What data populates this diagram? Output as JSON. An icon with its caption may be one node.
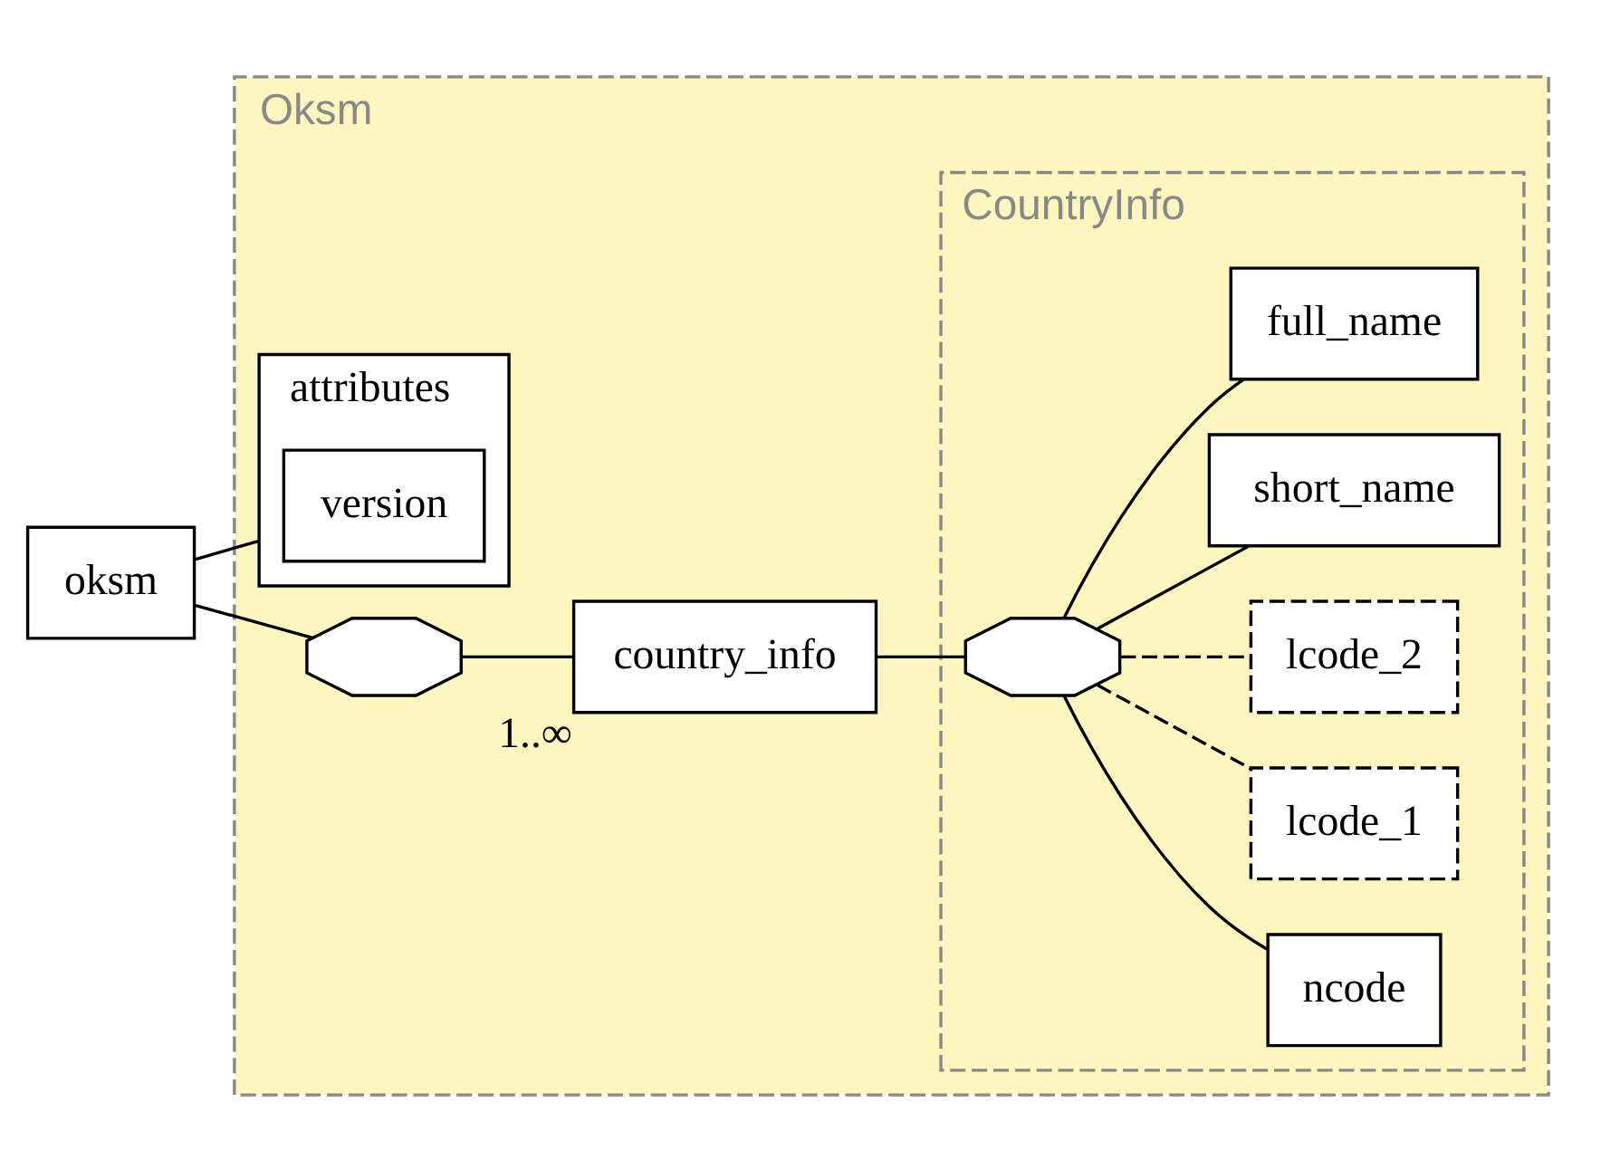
{
  "diagram": {
    "nodes": [
      {
        "text": [
          "oksm"
        ]
      },
      {
        "text": [
          "Oksm"
        ]
      },
      {
        "text": [
          "attributes"
        ],
        "in": 1
      },
      {
        "text": [
          "version"
        ],
        "in": 2
      },
      {
        "text": [],
        "shape": "octagon",
        "in": 1
      },
      {
        "text": [
          "country_info"
        ],
        "in": 1,
        "beside": [
          "1..∞"
        ]
      },
      {
        "text": [
          "CountryInfo"
        ],
        "in": 1
      },
      {
        "text": [],
        "shape": "octagon",
        "in": 6
      },
      {
        "text": [
          "ncode"
        ],
        "in": 6
      },
      {
        "text": [
          "lcode_1"
        ],
        "in": 6
      },
      {
        "text": [
          "lcode_2"
        ],
        "in": 6
      },
      {
        "text": [
          "short_name"
        ],
        "in": 6
      },
      {
        "text": [
          "full_name"
        ],
        "in": 6
      }
    ],
    "edges": [
      {
        "from": 0,
        "to": 2,
        "arrow": "none"
      },
      {
        "from": 0,
        "to": 4,
        "arrow": "none"
      },
      {
        "from": 4,
        "to": 5,
        "arrow": "none"
      },
      {
        "from": 5,
        "to": 7,
        "arrow": "none"
      },
      {
        "from": 7,
        "to": 8,
        "arrow": "none"
      },
      {
        "from": 7,
        "to": 9,
        "arrow": "none",
        "style": "dashed"
      },
      {
        "from": 7,
        "to": 10,
        "arrow": "none",
        "style": "dashed"
      },
      {
        "from": 7,
        "to": 11,
        "arrow": "none"
      },
      {
        "from": 7,
        "to": 12,
        "arrow": "none"
      }
    ]
  }
}
